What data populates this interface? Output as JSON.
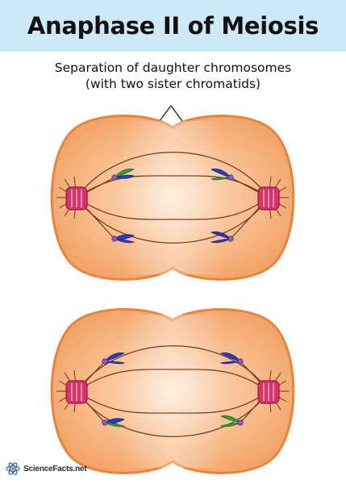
{
  "title": "Anaphase II of Meiosis",
  "caption": {
    "line1": "Separation of daughter chromosomes",
    "line2": "(with two sister chromatids)"
  },
  "logo": {
    "text": "ScienceFacts.net",
    "icon": "atom-icon"
  },
  "colors": {
    "title_bg": "#cde9f6",
    "cell_fill": "#f6b07a",
    "cell_center": "#fbe0c6",
    "cell_outline": "#e9843c",
    "spindle": "#5a2f16",
    "centriole": "#d6336c",
    "chromatid_blue": "#2b3bc4",
    "chromatid_green": "#2f9e3a",
    "centromere": "#8e5cc6"
  },
  "cells": [
    {
      "name": "top-cell"
    },
    {
      "name": "bottom-cell"
    }
  ]
}
